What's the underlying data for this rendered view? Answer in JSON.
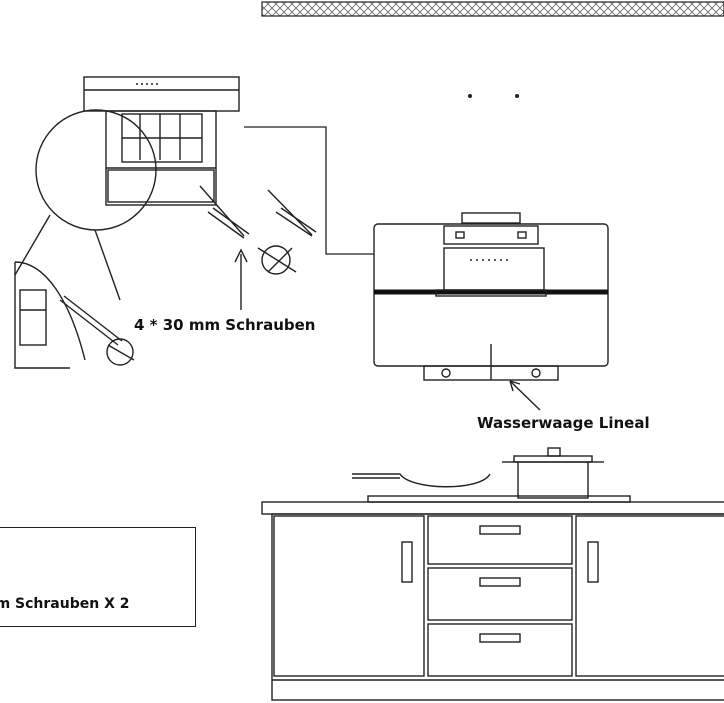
{
  "labels": {
    "screws": "4 * 30 mm Schrauben",
    "level": "Wasserwaage Lineal"
  },
  "parts_box": {
    "title": "S:",
    "line": "mm Schrauben X 2"
  },
  "colors": {
    "line": "#222222",
    "hatch": "#666666",
    "background": "#ffffff"
  }
}
